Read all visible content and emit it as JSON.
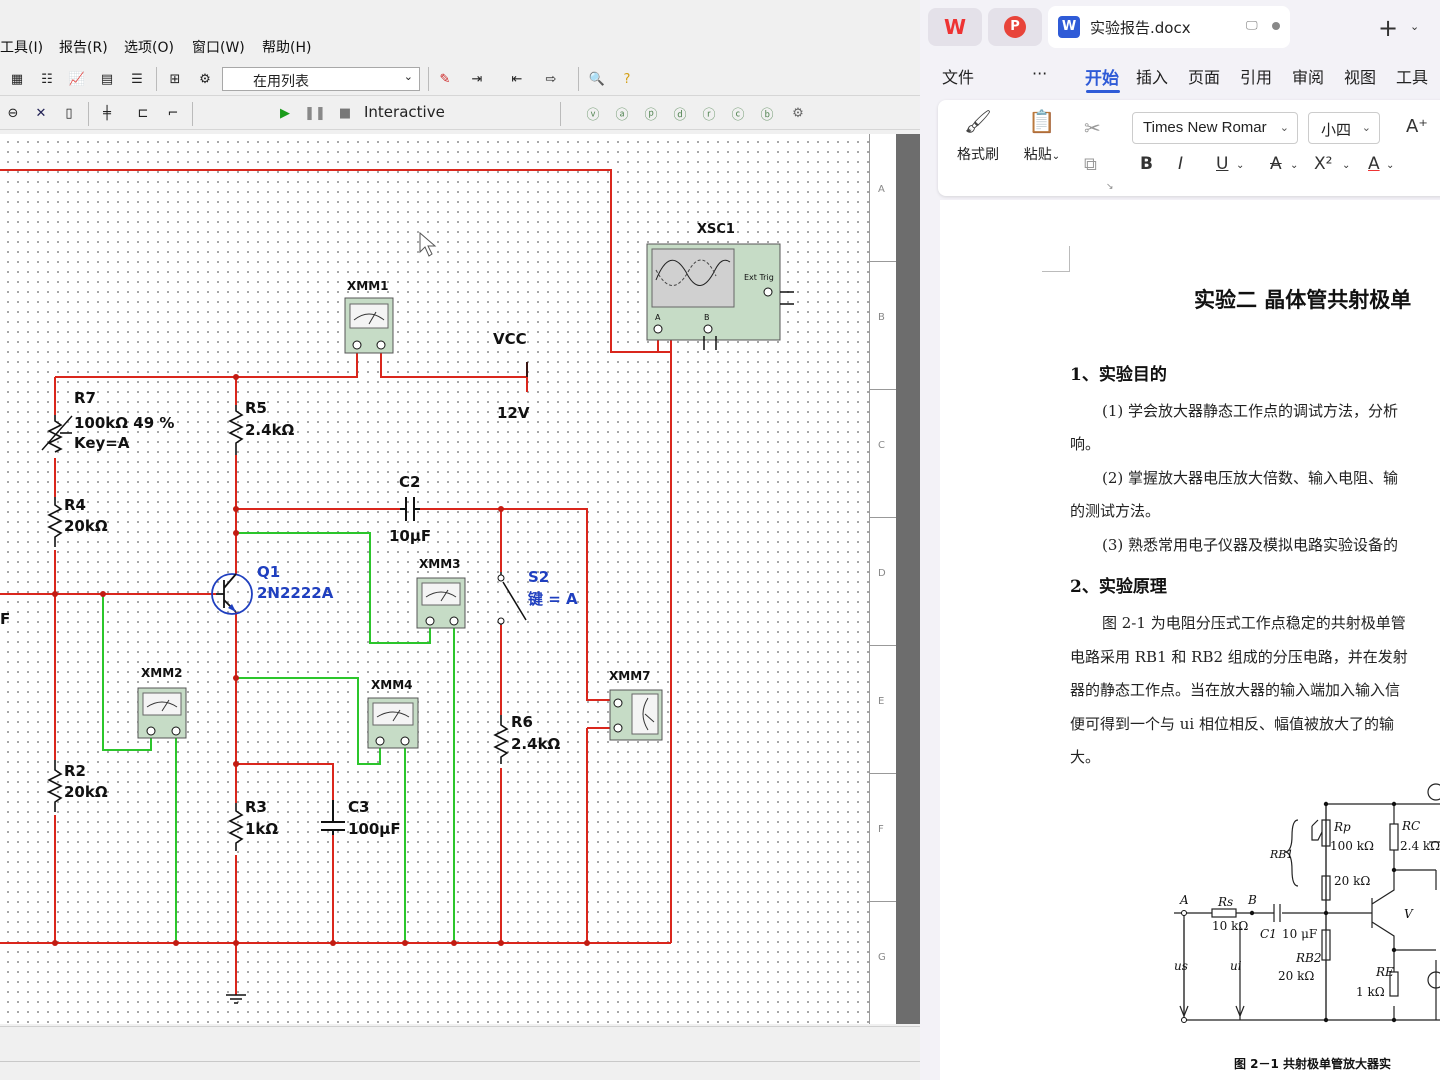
{
  "multisim": {
    "menu": [
      "工具(I)",
      "报告(R)",
      "选项(O)",
      "窗口(W)",
      "帮助(H)"
    ],
    "instrument_list": "在用列表",
    "sim_mode": "Interactive",
    "components": {
      "xsc1": "XSC1",
      "ext_trig": "Ext Trig",
      "scope_a": "A",
      "scope_b": "B",
      "xmm1": "XMM1",
      "xmm2": "XMM2",
      "xmm3": "XMM3",
      "xmm4": "XMM4",
      "xmm7": "XMM7",
      "vcc": "VCC",
      "vcc_value": "12V",
      "r7": "R7",
      "r7_value": "100kΩ  49 %",
      "r7_key": "Key=A",
      "r5": "R5",
      "r5_value": "2.4kΩ",
      "r4": "R4",
      "r4_value": "20kΩ",
      "r2": "R2",
      "r2_value": "20kΩ",
      "r3": "R3",
      "r3_value": "1kΩ",
      "r6": "R6",
      "r6_value": "2.4kΩ",
      "c2": "C2",
      "c2_value": "10µF",
      "c3": "C3",
      "c3_value": "100µF",
      "q1": "Q1",
      "q1_model": "2N2222A",
      "s2": "S2",
      "s2_key": "键 = A",
      "partial_f": "F"
    },
    "ruler_letters": [
      "A",
      "B",
      "C",
      "D",
      "E",
      "F",
      "G"
    ],
    "colors": {
      "wire_red": "#d9261c",
      "wire_green": "#2bc52b",
      "label_blue": "#1f3fbf"
    }
  },
  "wps": {
    "doc_tab_title": "实验报告.docx",
    "ribbon_tabs": [
      "文件",
      "···",
      "开始",
      "插入",
      "页面",
      "引用",
      "审阅",
      "视图",
      "工具"
    ],
    "active_tab": "开始",
    "format_painter": "格式刷",
    "paste": "粘贴",
    "font_name": "Times New Romar",
    "font_size": "小四",
    "format_buttons": [
      "B",
      "I",
      "U",
      "A",
      "X²",
      "A"
    ],
    "accent": "#2f5bd7"
  },
  "document": {
    "title": "实验二   晶体管共射极单",
    "section1": "1、实验目的",
    "p1a": "(1)  学会放大器静态工作点的调试方法，分析",
    "p1b": "响。",
    "p2a": "(2)  掌握放大器电压放大倍数、输入电阻、输",
    "p2b": "的测试方法。",
    "p3": "(3)  熟悉常用电子仪器及模拟电路实验设备的",
    "section2": "2、实验原理",
    "p4a": "图 2-1 为电阻分压式工作点稳定的共射极单管",
    "p4b": "电路采用 RB1 和 RB2 组成的分压电路，并在发射",
    "p4c": "器的静态工作点。当在放大器的输入端加入输入信",
    "p4d": "便可得到一个与 ui 相位相反、幅值被放大了的输",
    "p4e": "大。",
    "figure": {
      "rp": "Rp",
      "rp_value": "100 kΩ",
      "rb1": "RB1",
      "r20": "20 kΩ",
      "rc": "RC",
      "rc_value": "2.4 kΩ",
      "a": "A",
      "rs": "Rs",
      "b": "B",
      "rs_value": "10 kΩ",
      "c1": "C1",
      "c1_value": "10 μF",
      "v": "V",
      "rb2": "RB2",
      "rb2_value": "20 kΩ",
      "us": "us",
      "ui": "ui",
      "re": "RE",
      "re_value": "1 kΩ"
    },
    "caption": "图 2－1    共射极单管放大器实"
  }
}
